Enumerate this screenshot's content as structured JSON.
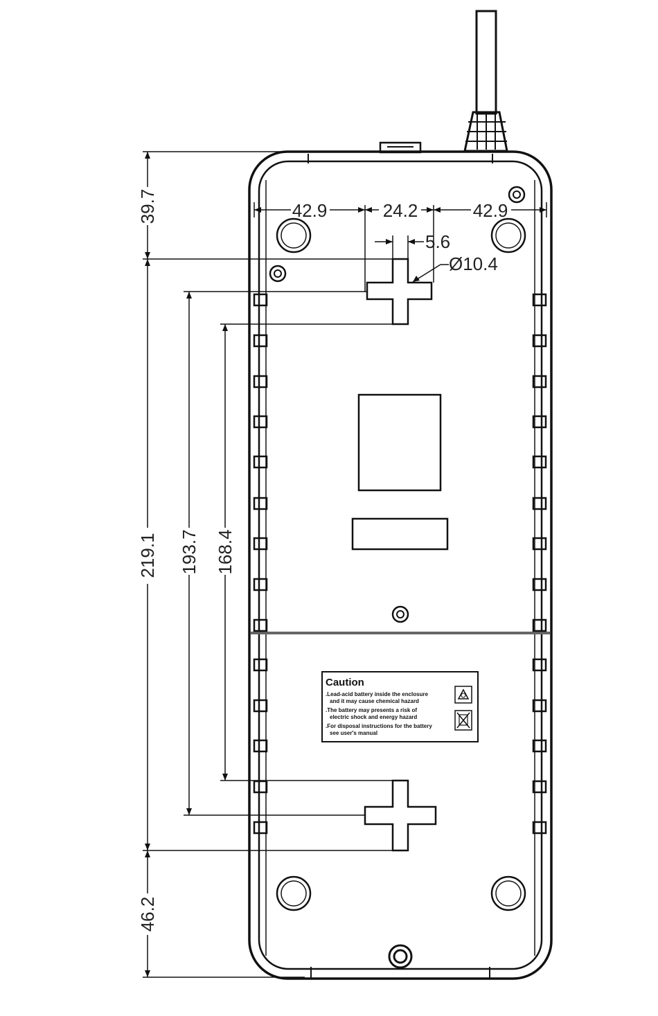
{
  "dimensions": {
    "top_offset": "39.7",
    "total_length": "219.1",
    "hole_spacing_outer": "193.7",
    "hole_spacing_inner": "168.4",
    "bottom_offset": "46.2",
    "left_width": "42.9",
    "center_width": "24.2",
    "right_width": "42.9",
    "slot_width": "5.6",
    "hole_diameter": "Ø10.4"
  },
  "caution_label": {
    "title": "Caution",
    "lines": [
      ".Lead-acid battery inside the enclosure",
      "and it may cause chemical hazard",
      ".The battery may presents a risk of",
      "electric shock and energy hazard",
      ".For disposal instructions for the battery",
      "see user's manual"
    ]
  },
  "icons": {
    "recycle": "recycle-icon",
    "disposal": "crossed-bin-icon"
  }
}
